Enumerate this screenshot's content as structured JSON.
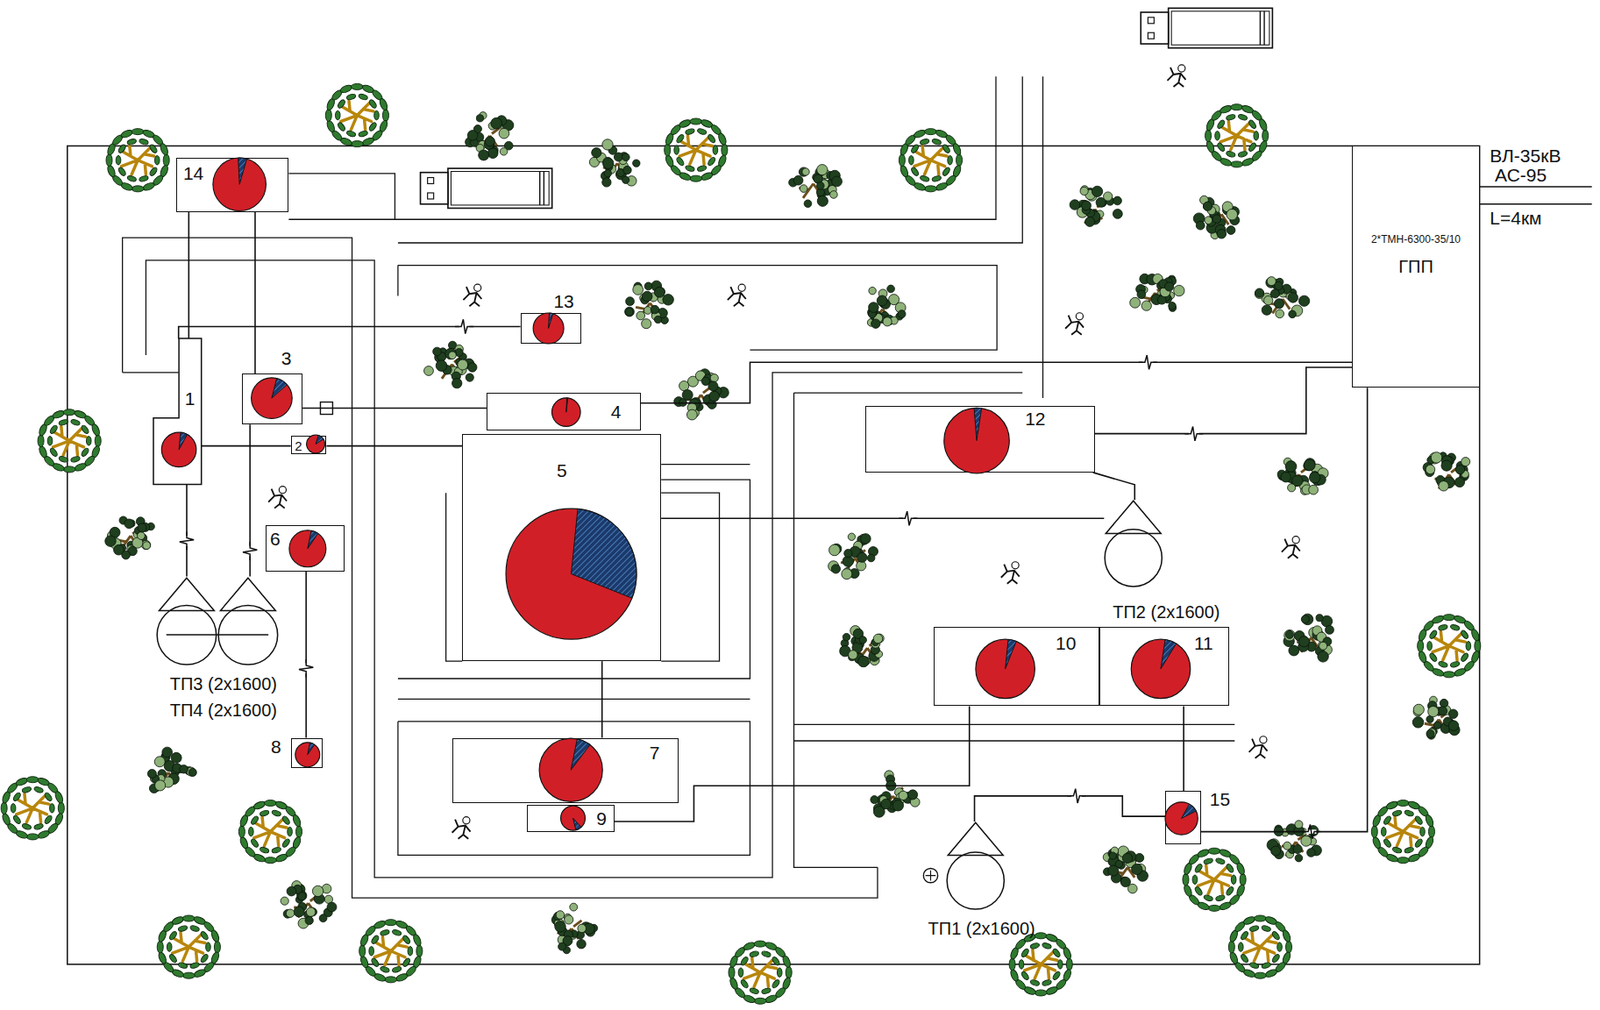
{
  "diagram": {
    "nodes": [
      {
        "text": [
          "14"
        ]
      },
      {
        "text": [
          "13"
        ]
      },
      {
        "text": [
          "3"
        ]
      },
      {
        "text": [
          "1"
        ]
      },
      {
        "text": [
          "4"
        ]
      },
      {
        "text": [
          "2"
        ]
      },
      {
        "text": [
          "5"
        ]
      },
      {
        "text": [
          "6"
        ]
      },
      {
        "text": [
          "8"
        ]
      },
      {
        "text": [
          "7"
        ]
      },
      {
        "text": [
          "9"
        ]
      },
      {
        "text": [
          "2*ТМН-6300-35/10",
          "ГПП"
        ]
      },
      {
        "text": [
          "12"
        ]
      },
      {
        "text": [
          "ТП2 (2x1600)"
        ]
      },
      {
        "text": [
          "10"
        ]
      },
      {
        "text": [
          "11"
        ]
      },
      {
        "text": [
          "15"
        ]
      },
      {
        "text": [
          "ТП1 (2x1600)"
        ]
      },
      {
        "text": [
          "ТП3 (2x1600)"
        ]
      },
      {
        "text": [
          "ТП4 (2x1600)"
        ]
      }
    ],
    "edges": [
      {
        "from": 0,
        "to": 3,
        "arrow": "none"
      },
      {
        "from": 0,
        "to": 2,
        "arrow": "none"
      },
      {
        "from": 2,
        "to": 4,
        "arrow": "none"
      },
      {
        "from": 3,
        "to": 5,
        "arrow": "none"
      },
      {
        "from": 5,
        "to": 6,
        "arrow": "none"
      },
      {
        "from": 3,
        "to": 1,
        "arrow": "none"
      },
      {
        "from": 2,
        "to": 19,
        "arrow": "none"
      },
      {
        "from": 3,
        "to": 18,
        "arrow": "none"
      },
      {
        "from": 8,
        "to": 7,
        "arrow": "none"
      },
      {
        "from": 6,
        "to": 9,
        "arrow": "none"
      },
      {
        "from": 6,
        "to": 13,
        "arrow": "none"
      },
      {
        "from": 12,
        "to": 13,
        "arrow": "none"
      },
      {
        "from": 11,
        "to": 12,
        "arrow": "none"
      },
      {
        "from": 11,
        "to": 16,
        "arrow": "none"
      },
      {
        "from": 17,
        "to": 16,
        "arrow": "none"
      },
      {
        "from": 15,
        "to": 16,
        "arrow": "none"
      },
      {
        "from": 14,
        "to": 10,
        "arrow": "none"
      },
      {
        "from": 11,
        "to": 4,
        "arrow": "none"
      }
    ],
    "labels": [
      "ВЛ-35кВ",
      "АС-95",
      "L=4км"
    ]
  }
}
